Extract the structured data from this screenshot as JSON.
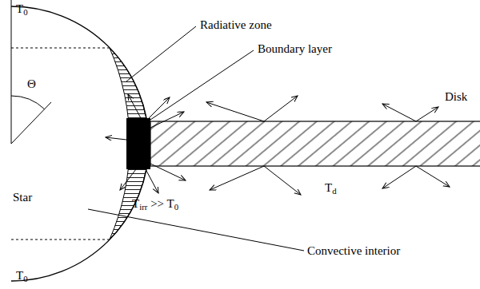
{
  "diagram": {
    "labels": [
      "T0",
      "Radiative zone",
      "Boundary layer",
      "Disk",
      "Θ",
      "Star",
      "Tirr >> T0",
      "Td",
      "Convective interior",
      "T0"
    ]
  }
}
